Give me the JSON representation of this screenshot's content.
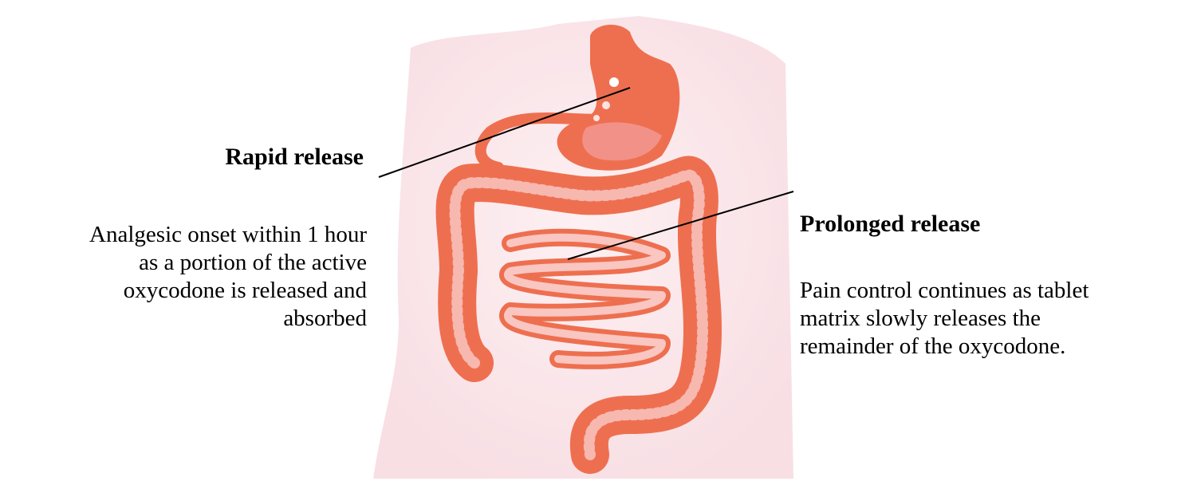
{
  "rapid": {
    "heading": "Rapid release",
    "lines": [
      "Analgesic onset within 1 hour",
      "as a portion of the active",
      "oxycodone is released and",
      "absorbed"
    ]
  },
  "prolonged": {
    "heading": "Prolonged release",
    "lines": [
      "Pain control continues as tablet",
      "matrix slowly releases the",
      "remainder of the oxycodone."
    ]
  },
  "colors": {
    "intestine": "#ee6f4f",
    "intestine_inner": "#f7b8b0",
    "body": "#fbe9ec",
    "text": "#000000"
  }
}
